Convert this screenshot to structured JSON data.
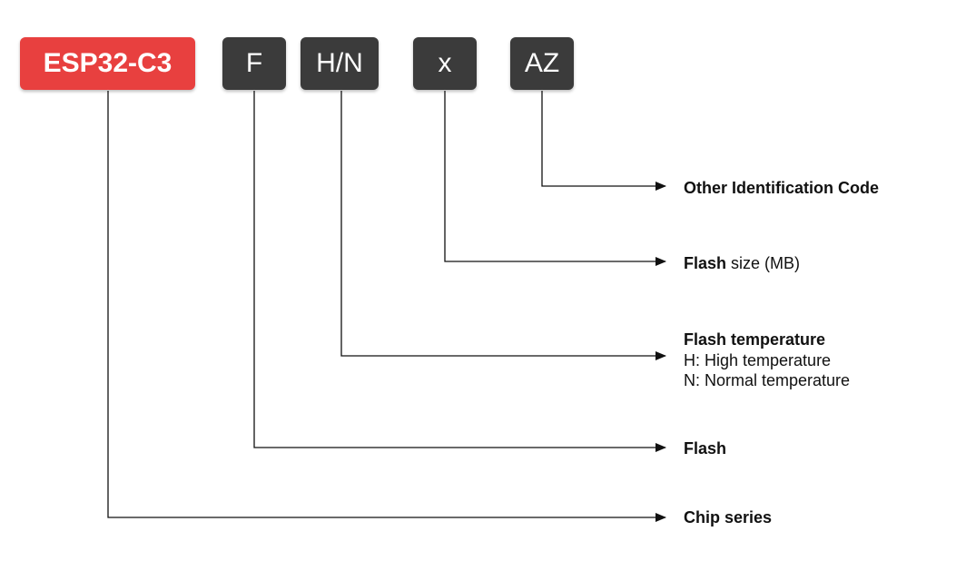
{
  "boxes": {
    "esp": "ESP32-C3",
    "f": "F",
    "hn": "H/N",
    "x": "x",
    "az": "AZ"
  },
  "labels": {
    "other_code": "Other Identification Code",
    "flash_size_bold": "Flash",
    "flash_size_rest": " size (MB)",
    "flash_temp_title": "Flash temperature",
    "flash_temp_h": "H: High temperature",
    "flash_temp_n": "N: Normal temperature",
    "flash": "Flash",
    "chip_series": "Chip series"
  },
  "colors": {
    "series_box": "#e8403f",
    "code_box": "#3b3b3b",
    "line": "#111111"
  }
}
